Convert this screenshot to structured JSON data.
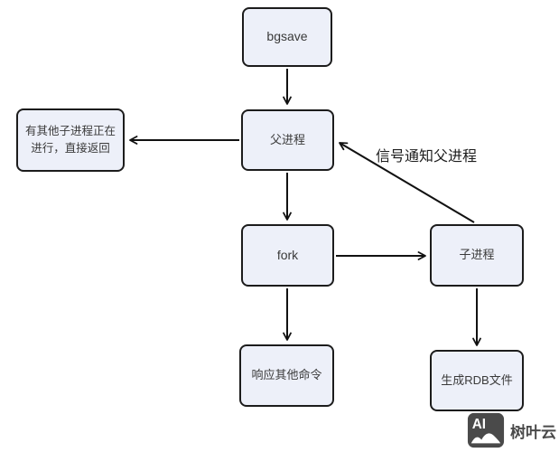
{
  "diagram": {
    "nodes": {
      "bgsave": {
        "label": "bgsave"
      },
      "parent": {
        "label": "父进程"
      },
      "busy": {
        "line1": "有其他子进程正在",
        "line2": "进行，直接返回"
      },
      "fork": {
        "label": "fork"
      },
      "child": {
        "label": "子进程"
      },
      "respond": {
        "label": "响应其他命令"
      },
      "rdb": {
        "label": "生成RDB文件"
      }
    },
    "edges": {
      "signal_label": "信号通知父进程"
    },
    "colors": {
      "node_fill": "#edf0f9",
      "node_border": "#1c1c1c",
      "arrow": "#111111",
      "text": "#3a3a3a"
    }
  },
  "watermark": {
    "logo_text": "AI",
    "brand": "树叶云",
    "color": "#4a4a4a"
  }
}
